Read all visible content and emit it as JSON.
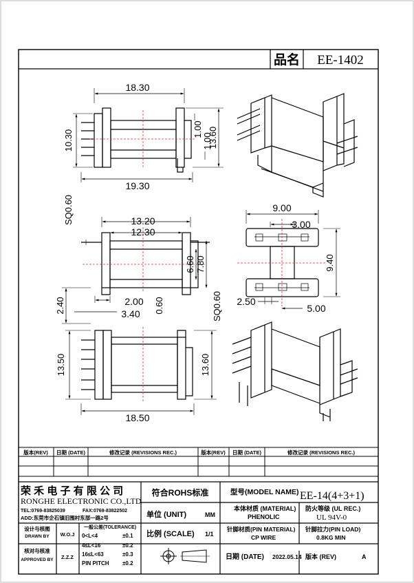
{
  "header": {
    "label": "品名",
    "value": "EE-1402"
  },
  "dimensions": {
    "top_width": "18.30",
    "top_height_left": "10.30",
    "top_d1": "1.00",
    "top_d2": "1.00",
    "top_height_right": "13.60",
    "top_bottom_width": "19.30",
    "side_w1": "13.20",
    "side_w2": "12.30",
    "side_sq_left": "SQ0.60",
    "side_h1": "6.60",
    "side_h2": "7.80",
    "side_pitch": "2.00",
    "side_pin_span": "3.40",
    "side_offset": "2.40",
    "side_thick": "0.60",
    "side_sq_right": "SQ0.60",
    "end_width": "9.00",
    "end_inner": "3.00",
    "end_height": "9.40",
    "end_pitch": "2.50",
    "end_span": "5.00",
    "bottom_height_left": "13.50",
    "bottom_height_right": "13.60",
    "bottom_width": "18.50"
  },
  "revisions": {
    "headers": [
      "版本(REV)",
      "日期 (DATE)",
      "修改记录 (REVISIONS REC.)",
      "版本(REV)",
      "日期 (DATE)",
      "修改记录 (REVISIONS REC.)"
    ]
  },
  "title_block": {
    "company_cn": "荣 禾 电 子 有 限 公 司",
    "company_en": "RONGHE ELECTRONIC CO.,LTD",
    "tel": "TEL:0769-83825039",
    "fax": "FAX:0769-83822502",
    "address": "ADD:东莞市企石镇旧围村东部一路2号",
    "rohs": "符合ROHS标准",
    "model_label": "型号(MODEL NAME)",
    "model_value": "EE-14(4+3+1)",
    "unit_label": "单位 (UNIT)",
    "unit_value": "MM",
    "material_label": "本体材质 (MATERIAL)",
    "material_value": "PHENOLIC",
    "flame_label": "防火等级 (UL REC.)",
    "flame_value": "UL 94V-0",
    "drawn_label": "设计与核图",
    "drawn_label_en": "DRAWN BY",
    "drawn_value": "W.O.J",
    "approved_label": "核对与核准",
    "approved_label_en": "APPROVED BY",
    "approved_value": "Z.Z.Z",
    "tol_title": "一般公差(TOLERANCE)",
    "tol1_range": "0<L<4",
    "tol1_val": "±0.1",
    "tol2_range": "4≤L<16",
    "tol2_val": "±0.2",
    "tol3_range": "16≤L<63",
    "tol3_val": "±0.3",
    "tol4_range": "PIN PITCH",
    "tol4_val": "±0.2",
    "scale_label": "比例 (SCALE)",
    "scale_value": "1/1",
    "pin_material_label": "针脚材质(PIN MATERIAL)",
    "pin_material_value": "CP WIRE",
    "pin_load_label": "针脚拉力(PIN LOAD)",
    "pin_load_value": "0.8KG MIN",
    "date_label": "日期 (DATE)",
    "date_value": "2022.05.14",
    "rev_label": "版本 (REV)",
    "rev_value": "A"
  }
}
